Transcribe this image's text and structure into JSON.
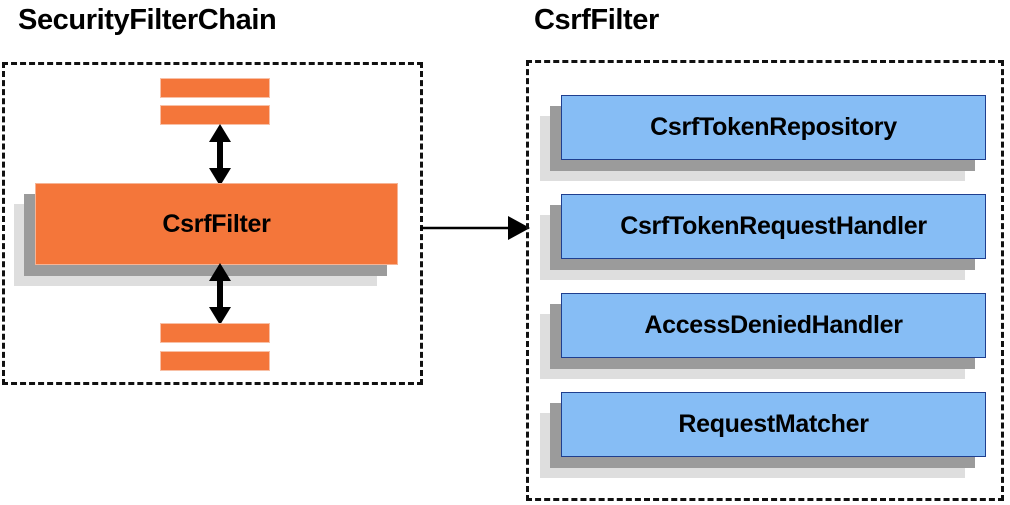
{
  "diagram": {
    "type": "component-collaboration-diagram",
    "background_color": "#ffffff",
    "palette": {
      "orange_fill": "#f4763a",
      "orange_border": "#f8c0a6",
      "blue_fill": "#86bdf5",
      "blue_border": "#1f3f8f",
      "shadow_dark": "#9b9b9b",
      "shadow_light": "#dedede",
      "outline": "#111111",
      "text": "#000000"
    }
  },
  "left_panel": {
    "title": "SecurityFilterChain",
    "container_style": "dashed",
    "highlighted_filter": {
      "label": "CsrfFilter",
      "color": "#f4763a"
    },
    "filters_above": [
      {
        "label": ""
      },
      {
        "label": ""
      }
    ],
    "filters_below": [
      {
        "label": ""
      },
      {
        "label": ""
      }
    ],
    "connectors": [
      {
        "name": "arrow-above",
        "direction": "bidirectional",
        "orientation": "vertical"
      },
      {
        "name": "arrow-below",
        "direction": "bidirectional",
        "orientation": "vertical"
      }
    ]
  },
  "cross_panel_connector": {
    "name": "csrffilter-expansion-arrow",
    "direction": "right",
    "from": "SecurityFilterChain",
    "to": "CsrfFilter"
  },
  "right_panel": {
    "title": "CsrfFilter",
    "container_style": "dashed",
    "collaborators": [
      {
        "label": "CsrfTokenRepository",
        "color": "#86bdf5"
      },
      {
        "label": "CsrfTokenRequestHandler",
        "color": "#86bdf5"
      },
      {
        "label": "AccessDeniedHandler",
        "color": "#86bdf5"
      },
      {
        "label": "RequestMatcher",
        "color": "#86bdf5"
      }
    ]
  }
}
